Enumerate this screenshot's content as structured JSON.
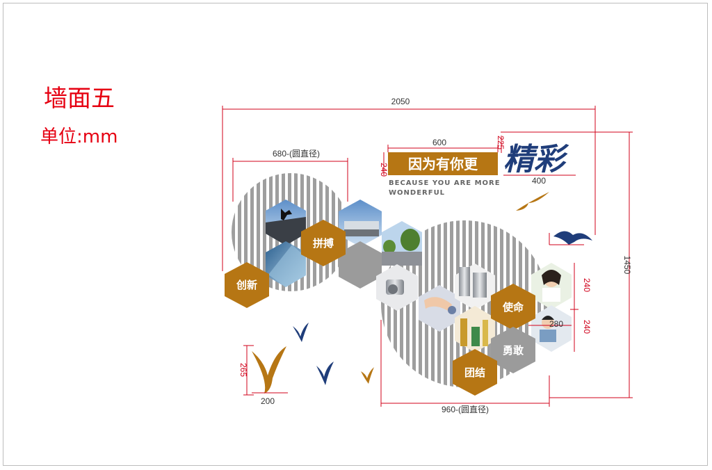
{
  "heading": {
    "title": "墙面五",
    "unit": "单位:mm"
  },
  "dimensions": {
    "total_width": "2050",
    "total_height": "1450",
    "left_circle": "680-(圆直径)",
    "right_circle": "960-(圆直径)",
    "slogan_width": "600",
    "slogan_height": "240",
    "jc_height": "225",
    "jc_width": "400",
    "photo_h1": "240",
    "photo_h2": "240",
    "photo_w": "280",
    "bird_h": "265",
    "bird_w": "200"
  },
  "slogan": {
    "chinese": "因为有你更",
    "english_line1": "BECAUSE YOU ARE MORE",
    "english_line2": "WONDERFUL",
    "calligraphy": "精彩"
  },
  "values": {
    "innovation": "创新",
    "struggle": "拼搏",
    "mission": "使命",
    "courage": "勇敢",
    "unity": "团结"
  },
  "colors": {
    "accent": "#b67614",
    "navy": "#1f3d7a",
    "stripe": "#9e9e9e",
    "dim_line": "#d0001a",
    "grey_hex": "#9b9b9b"
  }
}
